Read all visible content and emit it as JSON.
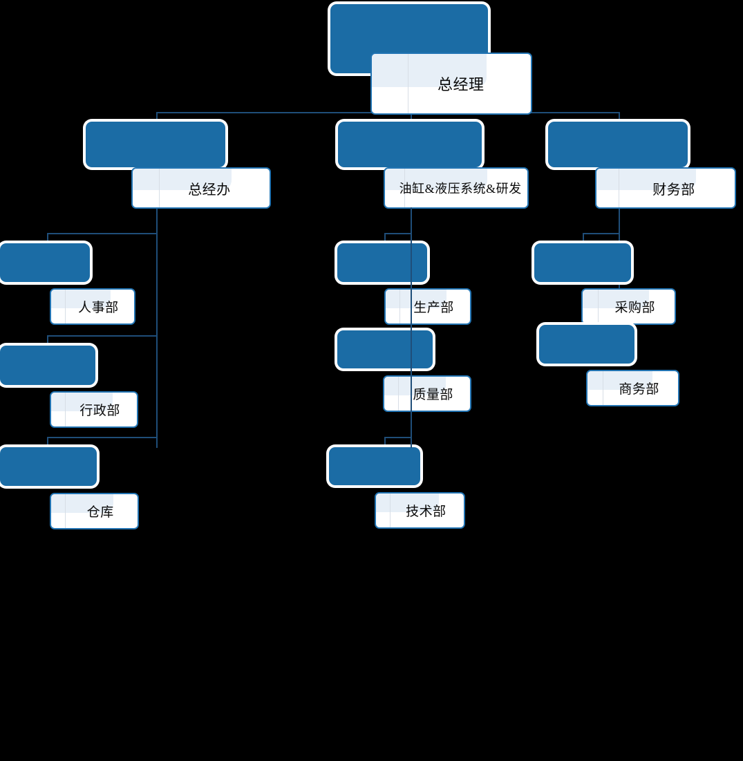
{
  "chart": {
    "type": "org-chart",
    "title": "",
    "background_color": "#000000",
    "plate_color": "#1B6CA5",
    "card_border_color": "#2274B3",
    "card_fill_color": "#FFFFFF",
    "card_wash_color": "#E7EFF7",
    "connector_color": "#1F4E79",
    "text_color": "#0A0A0A"
  },
  "nodes": {
    "root": {
      "label": "总经理",
      "level": 1
    },
    "l2": [
      {
        "label": "总经办",
        "level": 2
      },
      {
        "label": "油缸&液压系统&研发",
        "level": 2
      },
      {
        "label": "财务部",
        "level": 2
      }
    ],
    "branch_left": [
      {
        "label": "人事部",
        "level": 3,
        "parent": "总经办"
      },
      {
        "label": "行政部",
        "level": 3,
        "parent": "总经办"
      },
      {
        "label": "仓库",
        "level": 3,
        "parent": "总经办"
      }
    ],
    "branch_middle": [
      {
        "label": "生产部",
        "level": 3,
        "parent": "油缸&液压系统&研发"
      },
      {
        "label": "质量部",
        "level": 3,
        "parent": "油缸&液压系统&研发"
      },
      {
        "label": "技术部",
        "level": 3,
        "parent": "油缸&液压系统&研发"
      }
    ],
    "branch_right": [
      {
        "label": "采购部",
        "level": 3,
        "parent": "财务部"
      },
      {
        "label": "商务部",
        "level": 3,
        "parent": "财务部"
      }
    ]
  }
}
